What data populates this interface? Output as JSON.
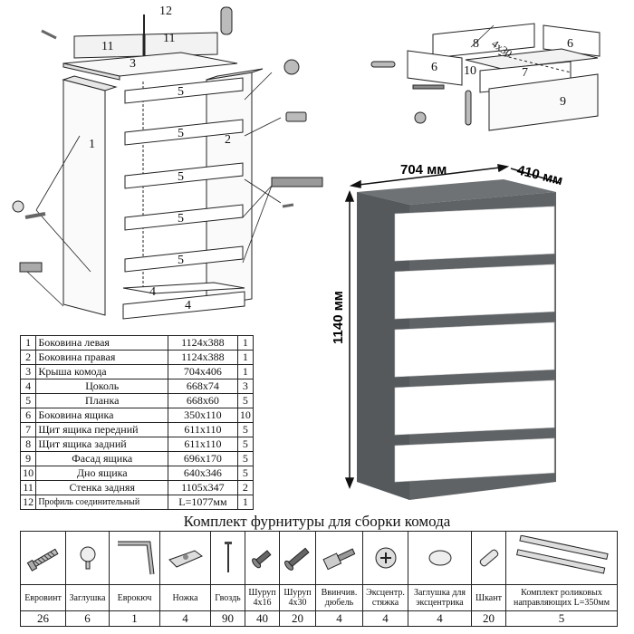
{
  "assembly": {
    "labels": [
      "1",
      "2",
      "3",
      "4",
      "4",
      "5",
      "5",
      "5",
      "5",
      "5",
      "11",
      "11",
      "12"
    ]
  },
  "drawer": {
    "labels": [
      "8",
      "6",
      "6",
      "10",
      "7",
      "9",
      "4x30"
    ]
  },
  "product": {
    "width": "704 мм",
    "depth": "410 мм",
    "height": "1140 мм",
    "body_color": "#5f6366",
    "front_color": "#ffffff"
  },
  "parts": [
    {
      "num": "1",
      "name": "Боковина левая",
      "dim": "1124x388",
      "qty": "1"
    },
    {
      "num": "2",
      "name": "Боковина правая",
      "dim": "1124x388",
      "qty": "1"
    },
    {
      "num": "3",
      "name": "Крыша комода",
      "dim": "704x406",
      "qty": "1"
    },
    {
      "num": "4",
      "name": "Цоколь",
      "dim": "668x74",
      "qty": "3"
    },
    {
      "num": "5",
      "name": "Планка",
      "dim": "668x60",
      "qty": "5"
    },
    {
      "num": "6",
      "name": "Боковина ящика",
      "dim": "350x110",
      "qty": "10"
    },
    {
      "num": "7",
      "name": "Щит ящика передний",
      "dim": "611x110",
      "qty": "5"
    },
    {
      "num": "8",
      "name": "Щит ящика задний",
      "dim": "611x110",
      "qty": "5"
    },
    {
      "num": "9",
      "name": "Фасад ящика",
      "dim": "696x170",
      "qty": "5"
    },
    {
      "num": "10",
      "name": "Дно ящика",
      "dim": "640x346",
      "qty": "5"
    },
    {
      "num": "11",
      "name": "Стенка задняя",
      "dim": "1105x347",
      "qty": "2"
    },
    {
      "num": "12",
      "name": "Профиль соединительный",
      "dim": "L=1077мм",
      "qty": "1"
    }
  ],
  "kit": {
    "title": "Комплект фурнитуры для сборки комода",
    "items": [
      {
        "label": "Евровинт",
        "qty": "26",
        "icon": "eurovint-icon"
      },
      {
        "label": "Заглушка",
        "qty": "6",
        "icon": "cap-icon"
      },
      {
        "label": "Еврокюч",
        "qty": "1",
        "icon": "hex-key-icon"
      },
      {
        "label": "Ножка",
        "qty": "4",
        "icon": "foot-icon"
      },
      {
        "label": "Гвоздь",
        "qty": "90",
        "icon": "nail-icon"
      },
      {
        "label": "Шуруп 4x16",
        "qty": "40",
        "icon": "screw-short-icon"
      },
      {
        "label": "Шуруп 4x30",
        "qty": "20",
        "icon": "screw-long-icon"
      },
      {
        "label": "Ввинчив. дюбель",
        "qty": "4",
        "icon": "dowel-icon"
      },
      {
        "label": "Эксцентр. стяжка",
        "qty": "4",
        "icon": "cam-lock-icon"
      },
      {
        "label": "Заглушка для эксцентрика",
        "qty": "4",
        "icon": "cam-cap-icon"
      },
      {
        "label": "Шкант",
        "qty": "20",
        "icon": "wood-dowel-icon"
      },
      {
        "label": "Комплект роликовых направляющих L=350мм",
        "qty": "5",
        "icon": "drawer-slides-icon"
      }
    ]
  }
}
